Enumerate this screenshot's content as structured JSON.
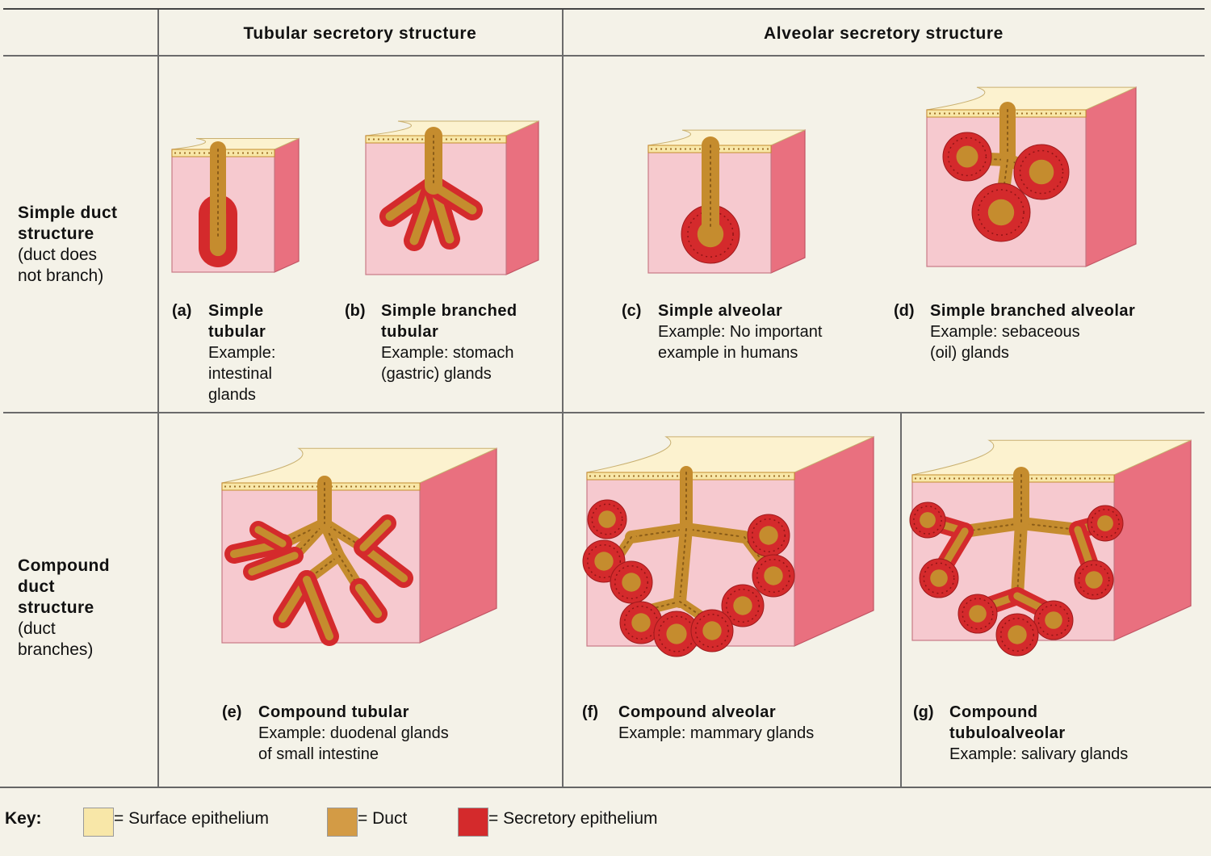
{
  "headers": {
    "tubular": "Tubular secretory structure",
    "alveolar": "Alveolar secretory structure"
  },
  "rows": {
    "simple": {
      "title_lines": [
        "Simple duct",
        "structure"
      ],
      "note_lines": [
        "(duct does",
        "not branch)"
      ]
    },
    "compound": {
      "title_lines": [
        "Compound",
        "duct",
        "structure"
      ],
      "note_lines": [
        "(duct",
        "branches)"
      ]
    }
  },
  "glands": [
    {
      "letter": "(a)",
      "name_lines": [
        "Simple",
        "tubular"
      ],
      "example_lines": [
        "Example:",
        "intestinal",
        "glands"
      ]
    },
    {
      "letter": "(b)",
      "name_lines": [
        "Simple branched",
        "tubular"
      ],
      "example_lines": [
        "Example: stomach",
        "(gastric) glands"
      ]
    },
    {
      "letter": "(c)",
      "name_lines": [
        "Simple alveolar"
      ],
      "example_lines": [
        "Example: No important",
        "example in humans"
      ]
    },
    {
      "letter": "(d)",
      "name_lines": [
        "Simple branched alveolar"
      ],
      "example_lines": [
        "Example: sebaceous",
        "(oil) glands"
      ]
    },
    {
      "letter": "(e)",
      "name_lines": [
        "Compound tubular"
      ],
      "example_lines": [
        "Example: duodenal glands",
        "of small intestine"
      ]
    },
    {
      "letter": "(f)",
      "name_lines": [
        "Compound alveolar"
      ],
      "example_lines": [
        "Example: mammary glands"
      ]
    },
    {
      "letter": "(g)",
      "name_lines": [
        "Compound",
        "tubuloalveolar"
      ],
      "example_lines": [
        "Example: salivary glands"
      ]
    }
  ],
  "key": {
    "label": "Key:",
    "items": [
      {
        "text": "= Surface epithelium",
        "color": "#f8e7a8"
      },
      {
        "text": "= Duct",
        "color": "#d39b45"
      },
      {
        "text": "= Secretory epithelium",
        "color": "#d42a2c"
      }
    ]
  },
  "colors": {
    "background": "#f4f2e8",
    "tissue_front": "#f6c9cf",
    "tissue_side": "#e9707f",
    "tissue_top": "#fcf2cf",
    "duct": "#c58c2e",
    "secretory": "#d42a2c"
  }
}
